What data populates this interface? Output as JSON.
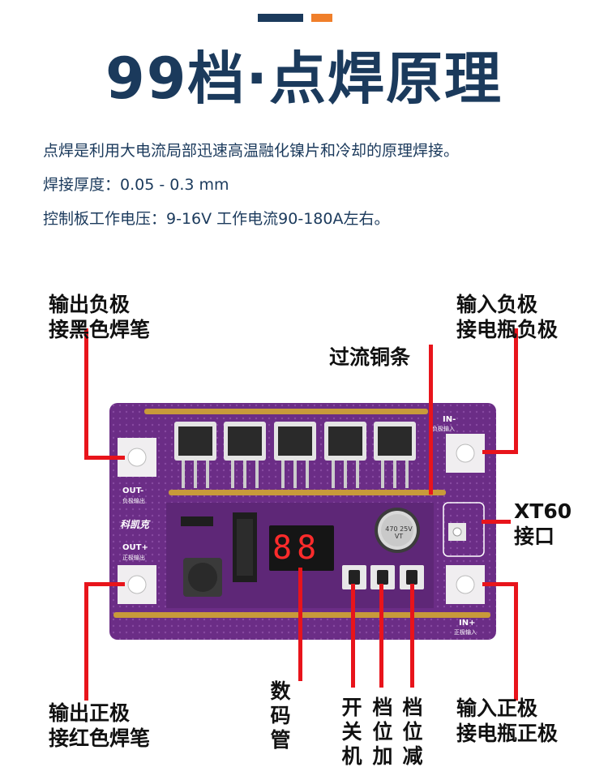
{
  "header": {
    "title": "99档·点焊原理"
  },
  "description": {
    "line1": "点焊是利用大电流局部迅速高温融化镍片和冷却的原理焊接。",
    "line2": "焊接厚度：0.05 - 0.3 mm",
    "line3": "控制板工作电压：9-16V  工作电流90-180A左右。"
  },
  "callouts": {
    "out_negative": [
      "输出负极",
      "接黑色焊笔"
    ],
    "in_negative": [
      "输入负极",
      "接电瓶负极"
    ],
    "copper_bar": "过流铜条",
    "xt60": [
      "XT60",
      "接口"
    ],
    "out_positive": [
      "输出正极",
      "接红色焊笔"
    ],
    "in_positive": [
      "输入正极",
      "接电瓶正极"
    ],
    "display": [
      "数",
      "码",
      "管"
    ],
    "power_switch": [
      "开",
      "关",
      "机"
    ],
    "level_up": [
      "档",
      "位",
      "加"
    ],
    "level_down": [
      "档",
      "位",
      "减"
    ]
  },
  "board": {
    "silk_out_minus": "OUT-",
    "silk_out_minus_sub": "负极输出",
    "silk_out_plus": "OUT+",
    "silk_out_plus_sub": "正极输出",
    "silk_in_minus": "IN-",
    "silk_in_minus_sub": "负极输入",
    "silk_in_plus": "IN+",
    "silk_in_plus_sub": "正极输入",
    "brand": "科凯克",
    "display_digits": "88",
    "capacitor_text": "470 25V VT"
  },
  "colors": {
    "pcb": "#6b2d86",
    "accent_navy": "#1b3a5c",
    "accent_orange": "#f07f2a",
    "pointer_red": "#e8141b",
    "copper": "#c89a3a"
  }
}
